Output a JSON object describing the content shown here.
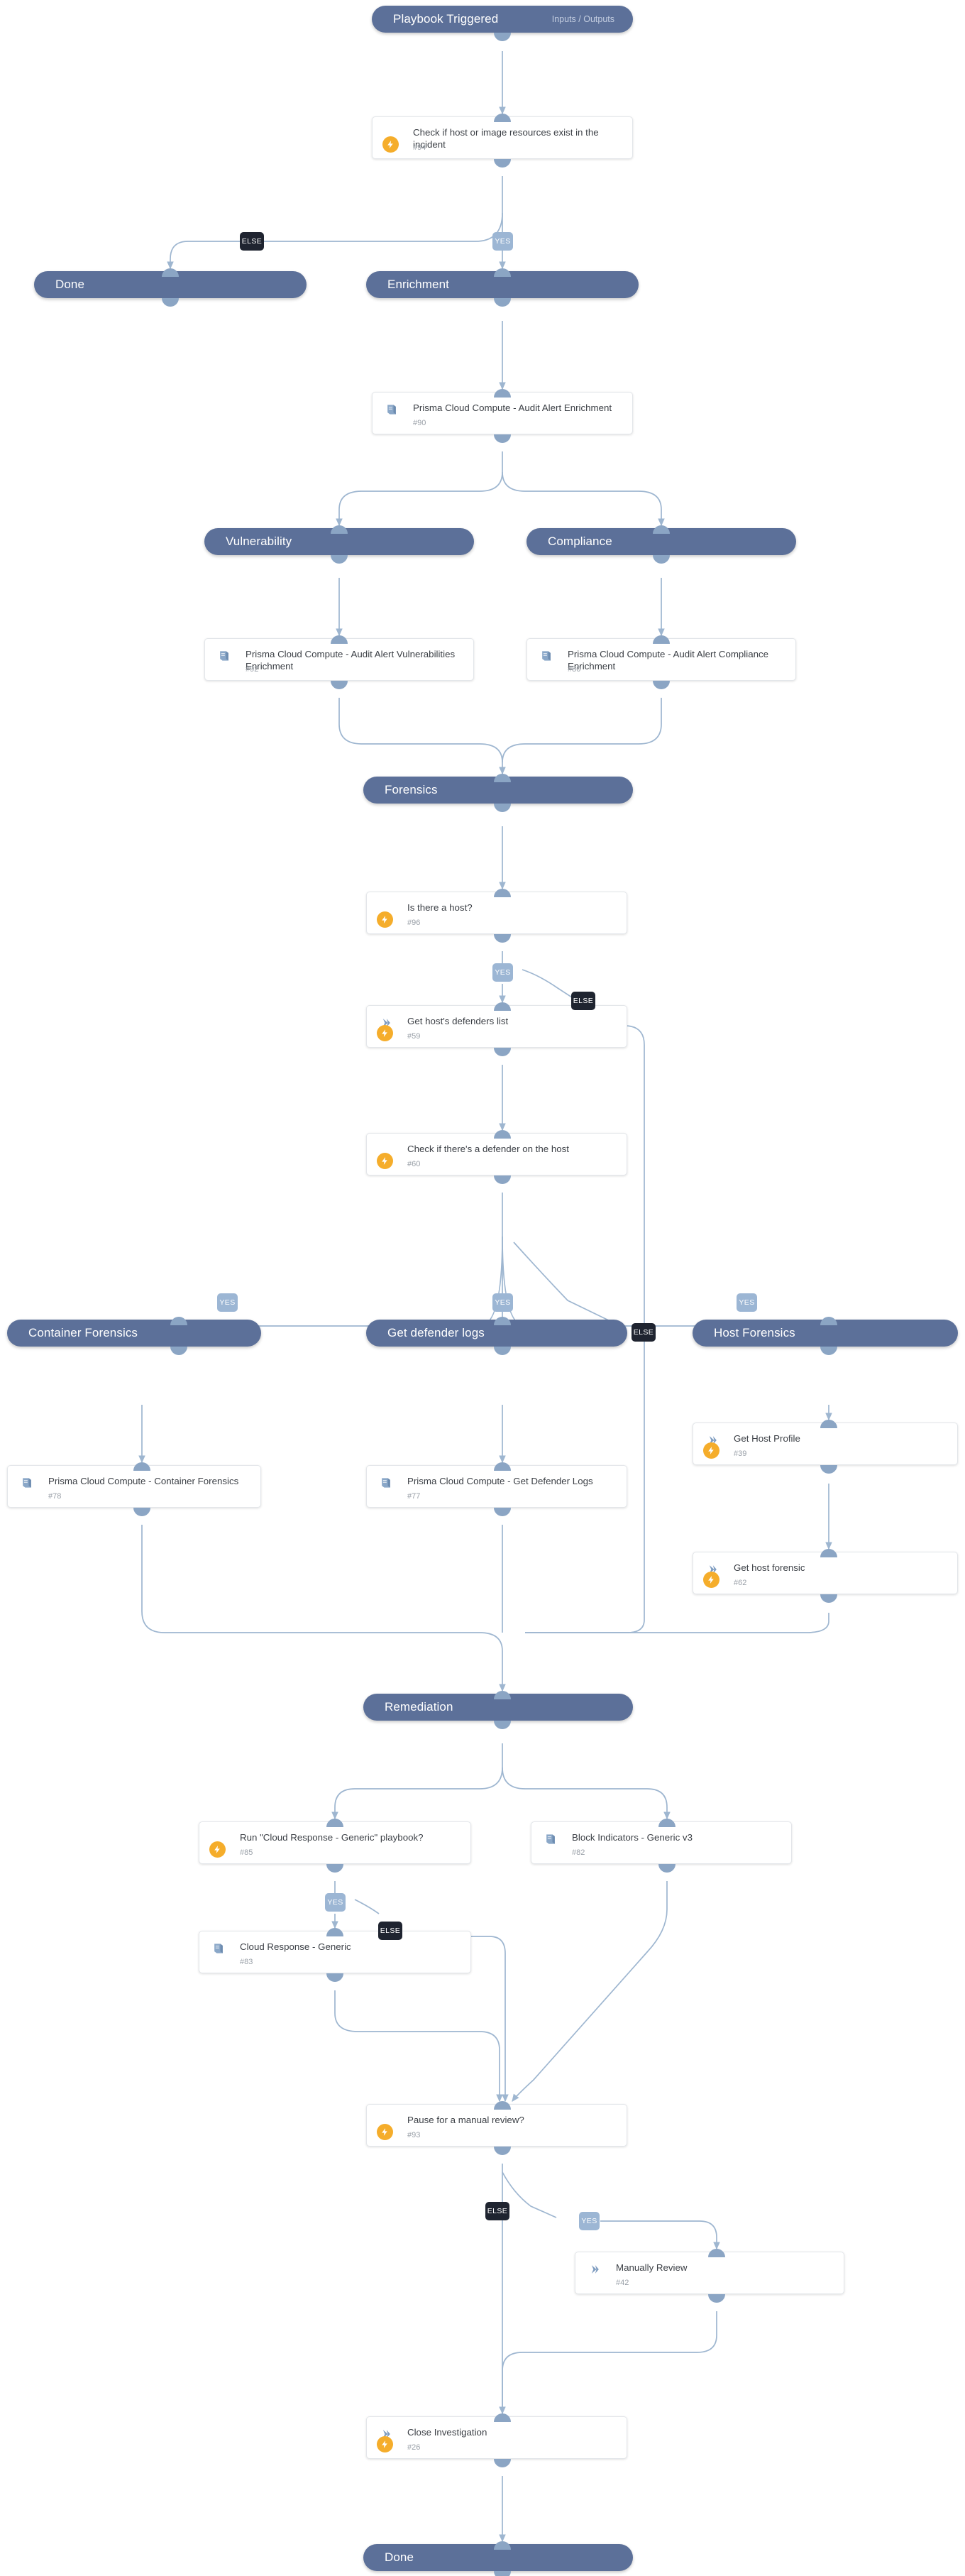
{
  "diagram": {
    "type": "playbook-workflow",
    "product": "Prisma Cloud Compute - Audit Alert Response",
    "colors": {
      "section_fill": "#5c7099",
      "card_fill": "#ffffff",
      "card_border": "#e3e6ea",
      "edge": "#9eb6d0",
      "port": "#8ba5c4",
      "yes_badge": "#9cb6d4",
      "else_badge": "#1f2430",
      "bolt": "#f5ad2b",
      "icon_blue": "#7e9cc0"
    }
  },
  "nodes": {
    "playbook_triggered": {
      "label": "Playbook Triggered",
      "sub": "Inputs / Outputs",
      "kind": "section"
    },
    "check_host_image": {
      "title": "Check if host or image resources exist in the incident",
      "id": "#94",
      "icon": "condition-diamond-icon",
      "bolt": true,
      "kind": "task"
    },
    "done_top": {
      "label": "Done",
      "kind": "section"
    },
    "enrichment": {
      "label": "Enrichment",
      "kind": "section"
    },
    "audit_alert_enrichment": {
      "title": "Prisma Cloud Compute - Audit Alert Enrichment",
      "id": "#90",
      "icon": "playbook-book-icon",
      "bolt": false,
      "kind": "task"
    },
    "vulnerability": {
      "label": "Vulnerability",
      "kind": "section"
    },
    "compliance": {
      "label": "Compliance",
      "kind": "section"
    },
    "vuln_enrichment": {
      "title": "Prisma Cloud Compute - Audit Alert Vulnerabilities Enrichment",
      "id": "#92",
      "icon": "playbook-book-icon",
      "bolt": false,
      "kind": "task"
    },
    "comp_enrichment": {
      "title": "Prisma Cloud Compute - Audit Alert Compliance Enrichment",
      "id": "#80",
      "icon": "playbook-book-icon",
      "bolt": false,
      "kind": "task"
    },
    "forensics": {
      "label": "Forensics",
      "kind": "section"
    },
    "is_there_a_host": {
      "title": "Is there a host?",
      "id": "#96",
      "icon": "condition-diamond-icon",
      "bolt": true,
      "kind": "task"
    },
    "get_defenders_list": {
      "title": "Get host's defenders list",
      "id": "#59",
      "icon": "command-arrow-icon",
      "bolt": true,
      "kind": "task"
    },
    "check_defender": {
      "title": "Check if there's a defender on the host",
      "id": "#60",
      "icon": "condition-diamond-icon",
      "bolt": true,
      "kind": "task"
    },
    "container_forensics": {
      "label": "Container Forensics",
      "kind": "section"
    },
    "get_defender_logs": {
      "label": "Get defender logs",
      "kind": "section"
    },
    "host_forensics": {
      "label": "Host Forensics",
      "kind": "section"
    },
    "pcc_container_forensics": {
      "title": "Prisma Cloud Compute - Container Forensics",
      "id": "#78",
      "icon": "playbook-book-icon",
      "bolt": false,
      "kind": "task"
    },
    "pcc_get_defender_logs": {
      "title": "Prisma Cloud Compute - Get Defender Logs",
      "id": "#77",
      "icon": "playbook-book-icon",
      "bolt": false,
      "kind": "task"
    },
    "get_host_profile": {
      "title": "Get Host Profile",
      "id": "#39",
      "icon": "command-arrow-icon",
      "bolt": true,
      "kind": "task"
    },
    "get_host_forensic": {
      "title": "Get host forensic",
      "id": "#62",
      "icon": "command-arrow-icon",
      "bolt": true,
      "kind": "task"
    },
    "remediation": {
      "label": "Remediation",
      "kind": "section"
    },
    "run_cloud_response": {
      "title": "Run \"Cloud Response - Generic\" playbook?",
      "id": "#85",
      "icon": "condition-diamond-icon",
      "bolt": true,
      "kind": "task"
    },
    "block_indicators": {
      "title": "Block Indicators - Generic v3",
      "id": "#82",
      "icon": "playbook-book-icon",
      "bolt": false,
      "kind": "task"
    },
    "cloud_response": {
      "title": "Cloud Response - Generic",
      "id": "#83",
      "icon": "playbook-book-icon",
      "bolt": false,
      "kind": "task"
    },
    "pause_manual_review": {
      "title": "Pause for a manual review?",
      "id": "#93",
      "icon": "condition-diamond-icon",
      "bolt": true,
      "kind": "task"
    },
    "manually_review": {
      "title": "Manually Review",
      "id": "#42",
      "icon": "command-arrow-icon",
      "bolt": false,
      "kind": "task"
    },
    "close_investigation": {
      "title": "Close Investigation",
      "id": "#26",
      "icon": "command-arrow-icon",
      "bolt": true,
      "kind": "task"
    },
    "done_bottom": {
      "label": "Done",
      "kind": "section"
    }
  },
  "branch_labels": {
    "else_1": "ELSE",
    "yes_1": "YES",
    "yes_host": "YES",
    "else_host": "ELSE",
    "yes_container": "YES",
    "yes_defender_logs": "YES",
    "else_defender": "ELSE",
    "yes_host_forensics": "YES",
    "yes_cloud_response": "YES",
    "else_cloud_response": "ELSE",
    "else_review": "ELSE",
    "yes_review": "YES"
  }
}
